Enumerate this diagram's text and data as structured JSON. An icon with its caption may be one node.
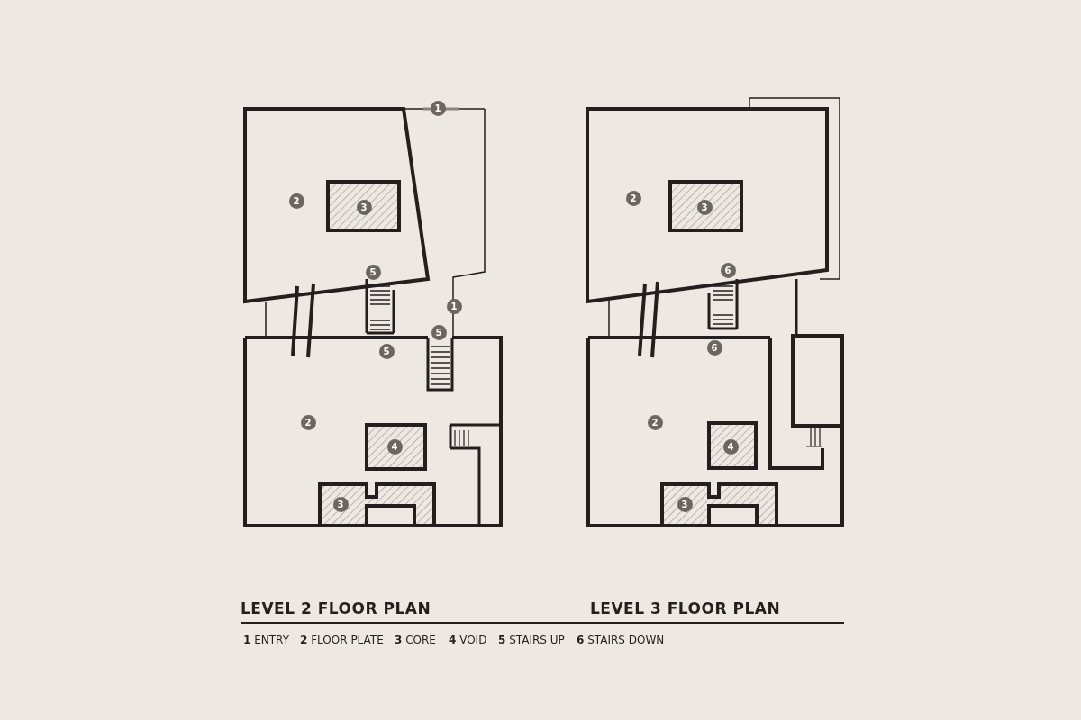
{
  "diagram": {
    "labels": [
      "1",
      "2",
      "3",
      "5",
      "1",
      "5",
      "5",
      "2",
      "4",
      "3",
      "2",
      "3",
      "6",
      "6",
      "2",
      "4",
      "3",
      "LEVEL 2 FLOOR PLAN",
      "LEVEL 3 FLOOR PLAN",
      "**1** ENTRY",
      "**2** FLOOR PLATE",
      "**3** CORE",
      "**4** VOID",
      "**5** STAIRS UP",
      "**6** STAIRS DOWN"
    ]
  }
}
